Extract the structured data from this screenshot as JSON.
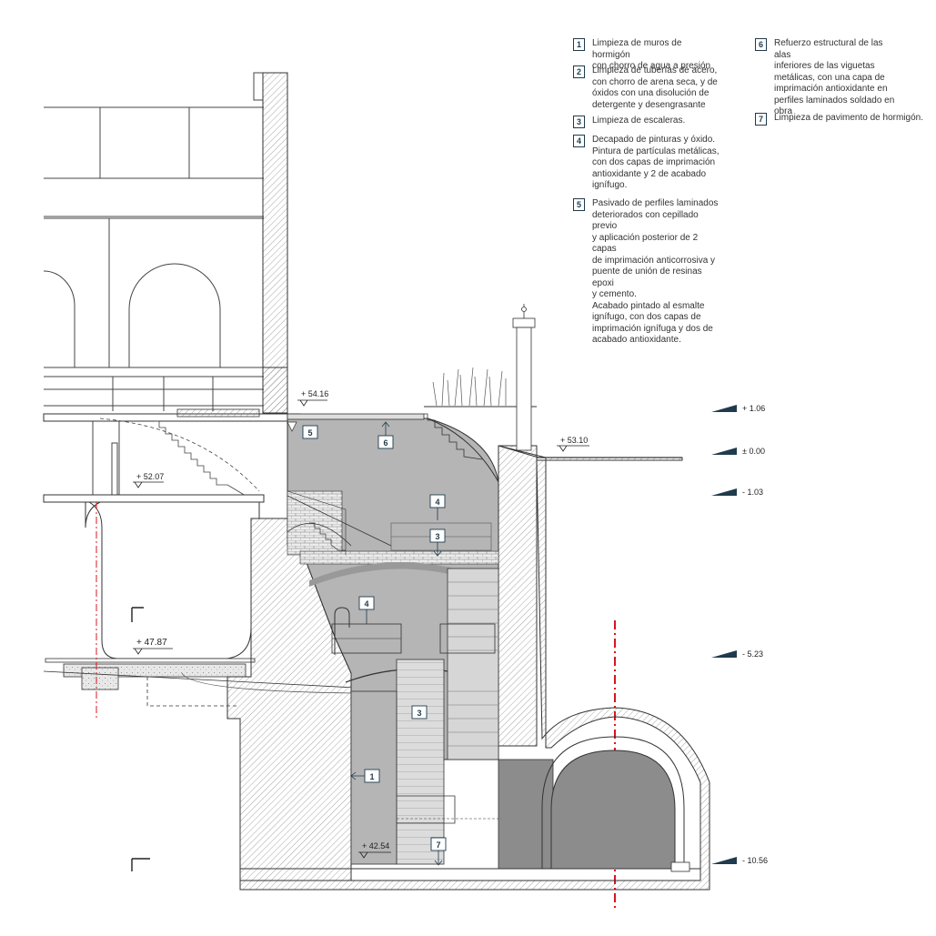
{
  "legend": [
    {
      "num": "1",
      "text": "Limpieza de muros de hormigón\ncon chorro de agua a presión"
    },
    {
      "num": "2",
      "text": "Limpieza de tuberías de acero,\ncon chorro de arena seca, y de\nóxidos con una disolución de\ndetergente y desengrasante"
    },
    {
      "num": "3",
      "text": "Limpieza de escaleras."
    },
    {
      "num": "4",
      "text": "Decapado de pinturas y óxido.\nPintura de partículas metálicas,\ncon dos capas de imprimación\nantioxidante y 2 de acabado\nignífugo."
    },
    {
      "num": "5",
      "text": "Pasivado de perfiles laminados\ndeteriorados con cepillado previo\ny aplicación posterior de 2 capas\nde imprimación anticorrosiva y\npuente de unión de resinas epoxi\ny cemento.\nAcabado pintado al esmalte\nignífugo, con dos capas de\nimprimación ignífuga y dos de\nacabado antioxidante."
    },
    {
      "num": "6",
      "text": "Refuerzo estructural de las alas\ninferiores de las viguetas\nmetálicas, con una capa de\nimprimación antioxidante en\nperfiles laminados soldado en\nobra"
    },
    {
      "num": "7",
      "text": "Limpieza de pavimento de hormigón."
    }
  ],
  "levels": [
    "+ 1.06",
    "± 0.00",
    "- 1.03",
    "- 5.23",
    "- 10.56"
  ],
  "elevations": [
    "+ 54.16",
    "+ 53.10",
    "+ 52.07",
    "+ 47.87",
    "+ 42.54"
  ],
  "tags": [
    "5",
    "6",
    "4",
    "3",
    "4",
    "3",
    "1",
    "7"
  ],
  "colors": {
    "fill_dark": "#8c8c8c",
    "fill_mid": "#b5b5b5",
    "fill_light": "#d4d4d4",
    "axis": "#d9141c",
    "tag": "#1f3b4d"
  }
}
